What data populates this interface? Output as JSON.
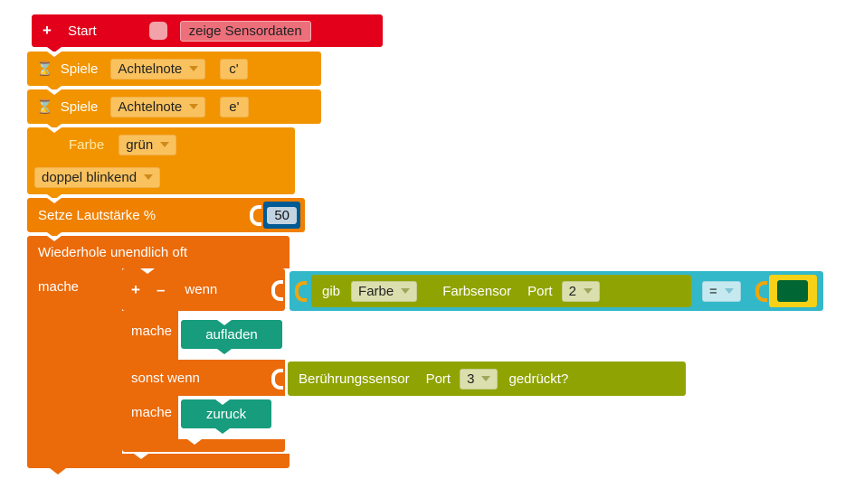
{
  "palette": {
    "start_red": "#E2001A",
    "action_orange": "#F29400",
    "sound_orange": "#F08000",
    "control_orange": "#EB6A0A",
    "logic_cyan": "#33B8CA",
    "sensor_olive": "#8FA402",
    "procedure_teal": "#179C7D",
    "math_blue": "#005A94",
    "colour_yellow": "#F7D117",
    "picked_colour_green": "#006633"
  },
  "icons": {
    "hourglass": "⌛"
  },
  "start_block": {
    "add_label": "+",
    "title": "Start",
    "toggle_label": "zeige Sensordaten"
  },
  "play_note_1": {
    "label": "Spiele",
    "duration": "Achtelnote",
    "note": "c'"
  },
  "play_note_2": {
    "label": "Spiele",
    "duration": "Achtelnote",
    "note": "e'"
  },
  "led_block": {
    "label": "Farbe",
    "colour": "grün",
    "mode": "doppel blinkend"
  },
  "volume_block": {
    "label": "Setze Lautstärke %",
    "value": "50"
  },
  "repeat_block": {
    "title": "Wiederhole unendlich oft",
    "do_label": "mache"
  },
  "if_block": {
    "add_label": "+",
    "remove_label": "–",
    "if_label": "wenn",
    "do_label": "mache",
    "elseif_label": "sonst wenn",
    "do2_label": "mache"
  },
  "compare_block": {
    "operator": "="
  },
  "colour_sensor": {
    "get_label": "gib",
    "mode": "Farbe",
    "name_label": "Farbsensor",
    "port_label": "Port",
    "port": "2"
  },
  "touch_sensor": {
    "name_label": "Berührungssensor",
    "port_label": "Port",
    "port": "3",
    "state_label": "gedrückt?"
  },
  "call_aufladen": {
    "label": "aufladen"
  },
  "call_zuruck": {
    "label": "zuruck"
  }
}
